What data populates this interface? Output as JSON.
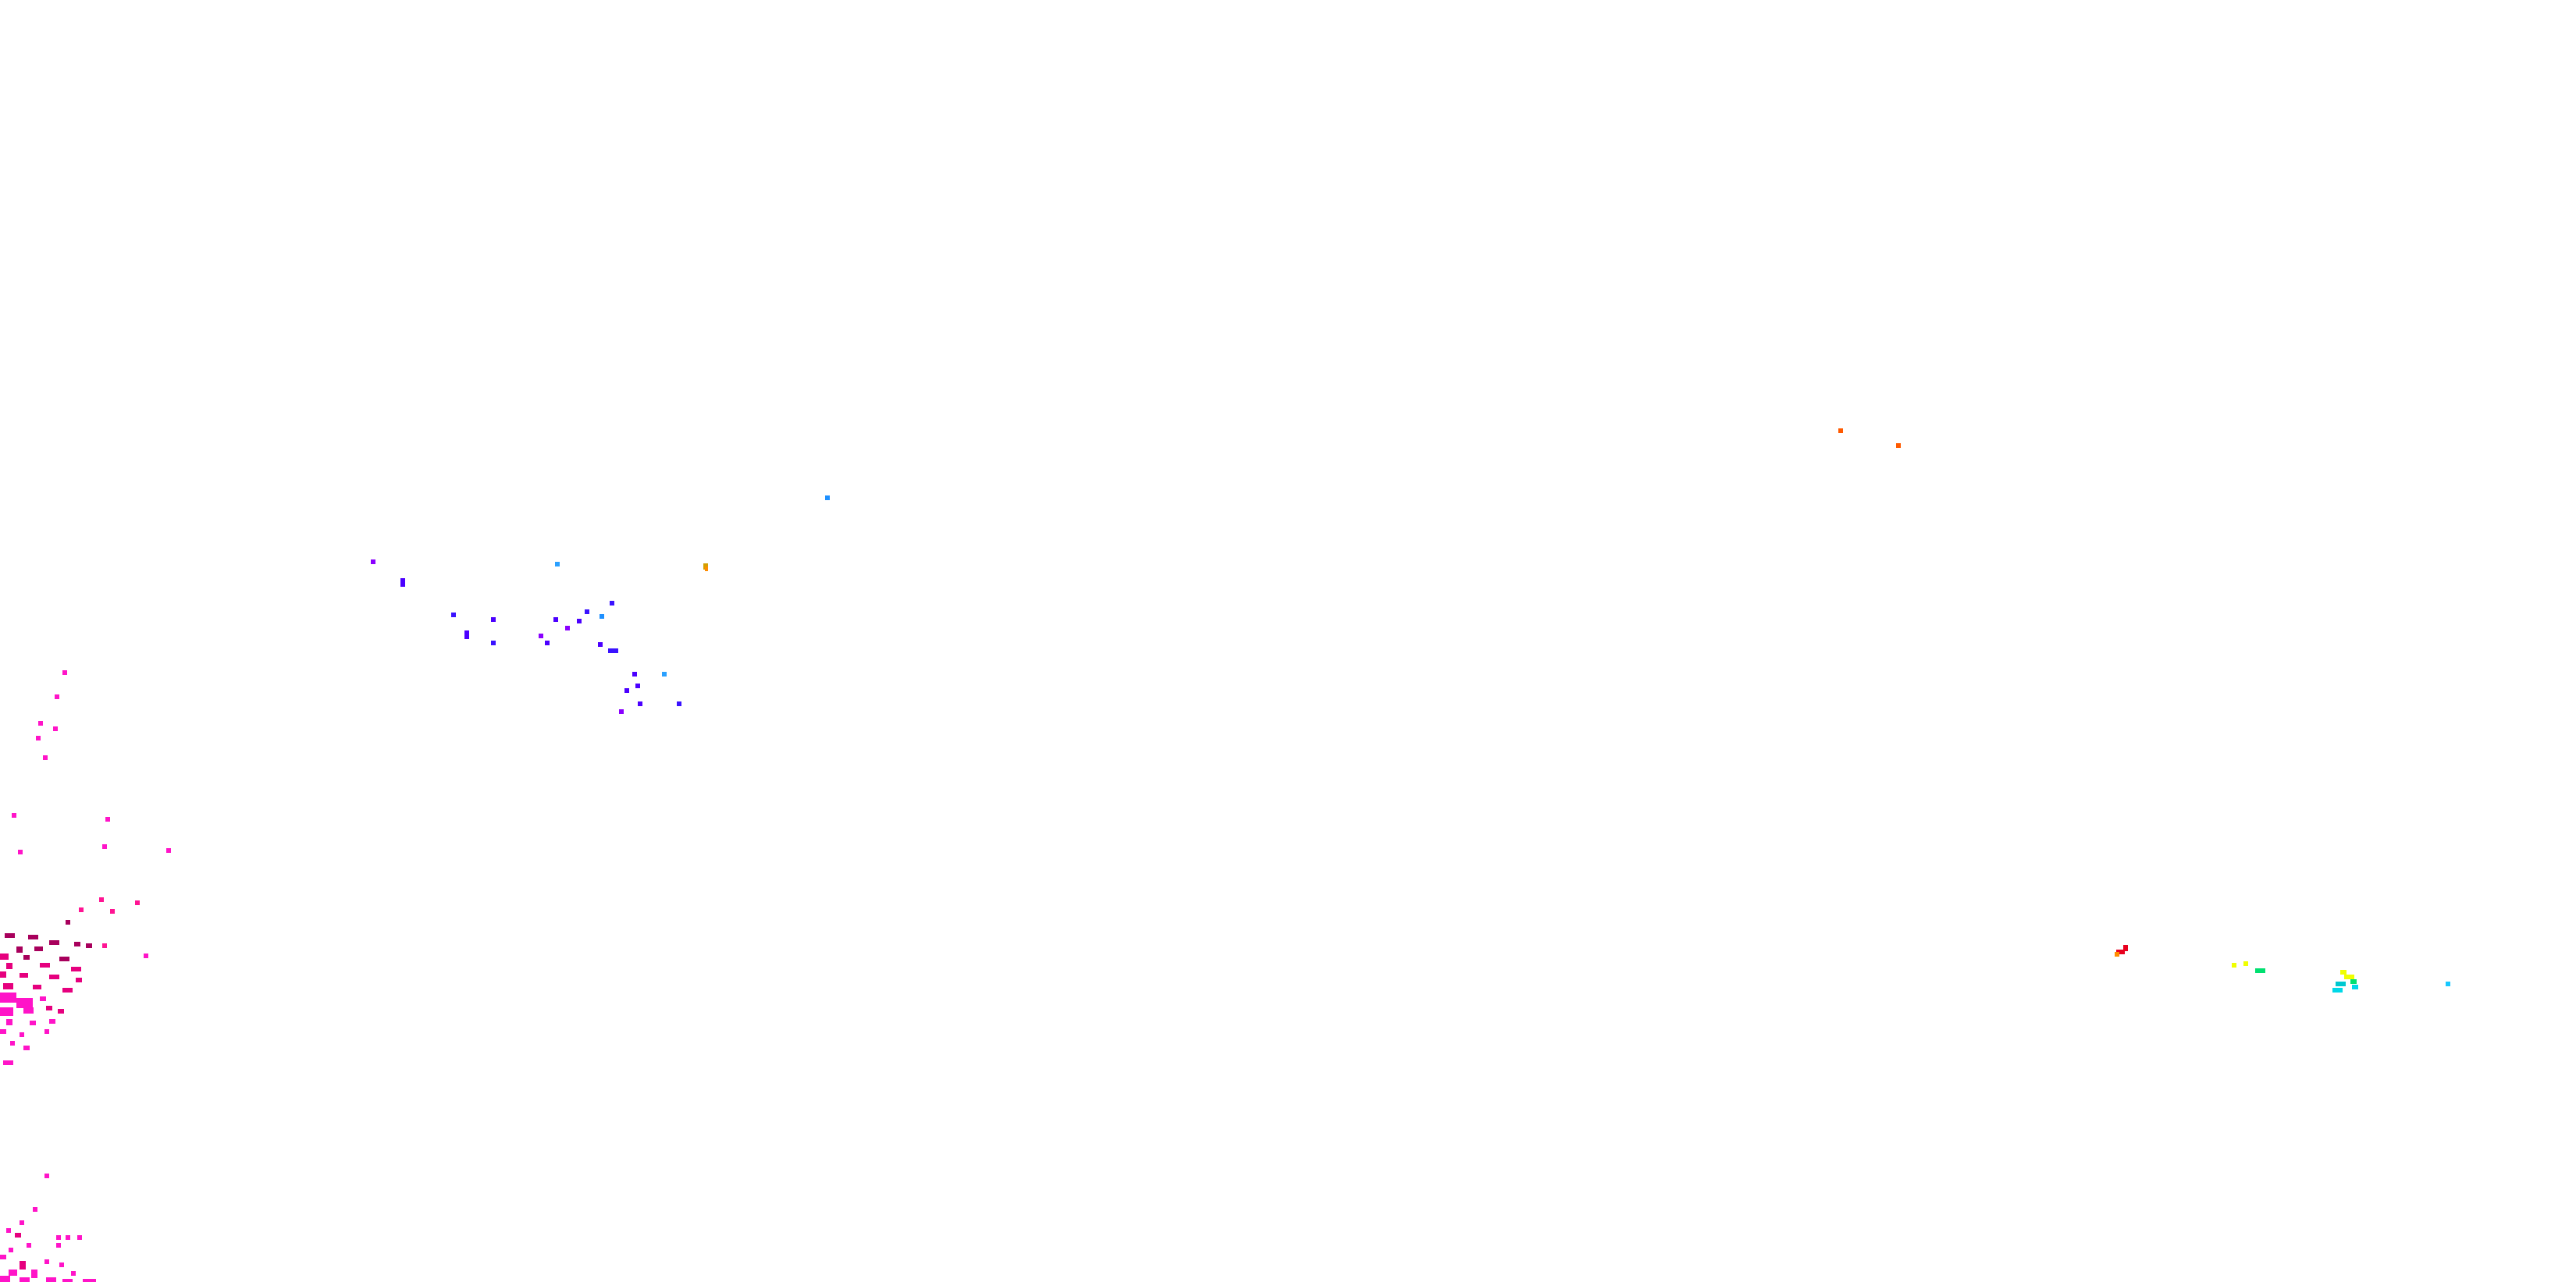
{
  "background_color": "#ffffff",
  "palette": {
    "magenta": "#ff14c8",
    "hot_pink": "#ff1493",
    "deep_pink": "#e6007e",
    "dark_magenta": "#a8005c",
    "violet": "#8a00ff",
    "indigo": "#4b00ff",
    "blue_violet": "#3a12ff",
    "sky_blue": "#1e90ff",
    "dodger_blue": "#2aa0ff",
    "orange_red": "#ff5a00",
    "red": "#e8001e",
    "orange": "#ff8c00",
    "yellow": "#f0ff00",
    "green": "#00e070",
    "cyan": "#00d8e8",
    "teal_cyan": "#00c8d0",
    "light_cyan": "#17c8ff",
    "gold": "#d4a000"
  },
  "clusters": [
    {
      "name": "pink-cluster-upper-left",
      "color_keys": [
        "magenta",
        "hot_pink"
      ]
    },
    {
      "name": "pink-cluster-dense-left",
      "color_keys": [
        "deep_pink",
        "dark_magenta",
        "magenta"
      ]
    },
    {
      "name": "pink-cluster-bottom-left",
      "color_keys": [
        "magenta",
        "deep_pink"
      ]
    },
    {
      "name": "violet-cluster-center-left",
      "color_keys": [
        "violet",
        "indigo",
        "blue_violet",
        "sky_blue"
      ]
    },
    {
      "name": "orange-cluster-top-right",
      "color_keys": [
        "orange_red"
      ]
    },
    {
      "name": "rainbow-cluster-right",
      "color_keys": [
        "red",
        "orange",
        "yellow",
        "green",
        "cyan",
        "light_cyan"
      ]
    }
  ]
}
